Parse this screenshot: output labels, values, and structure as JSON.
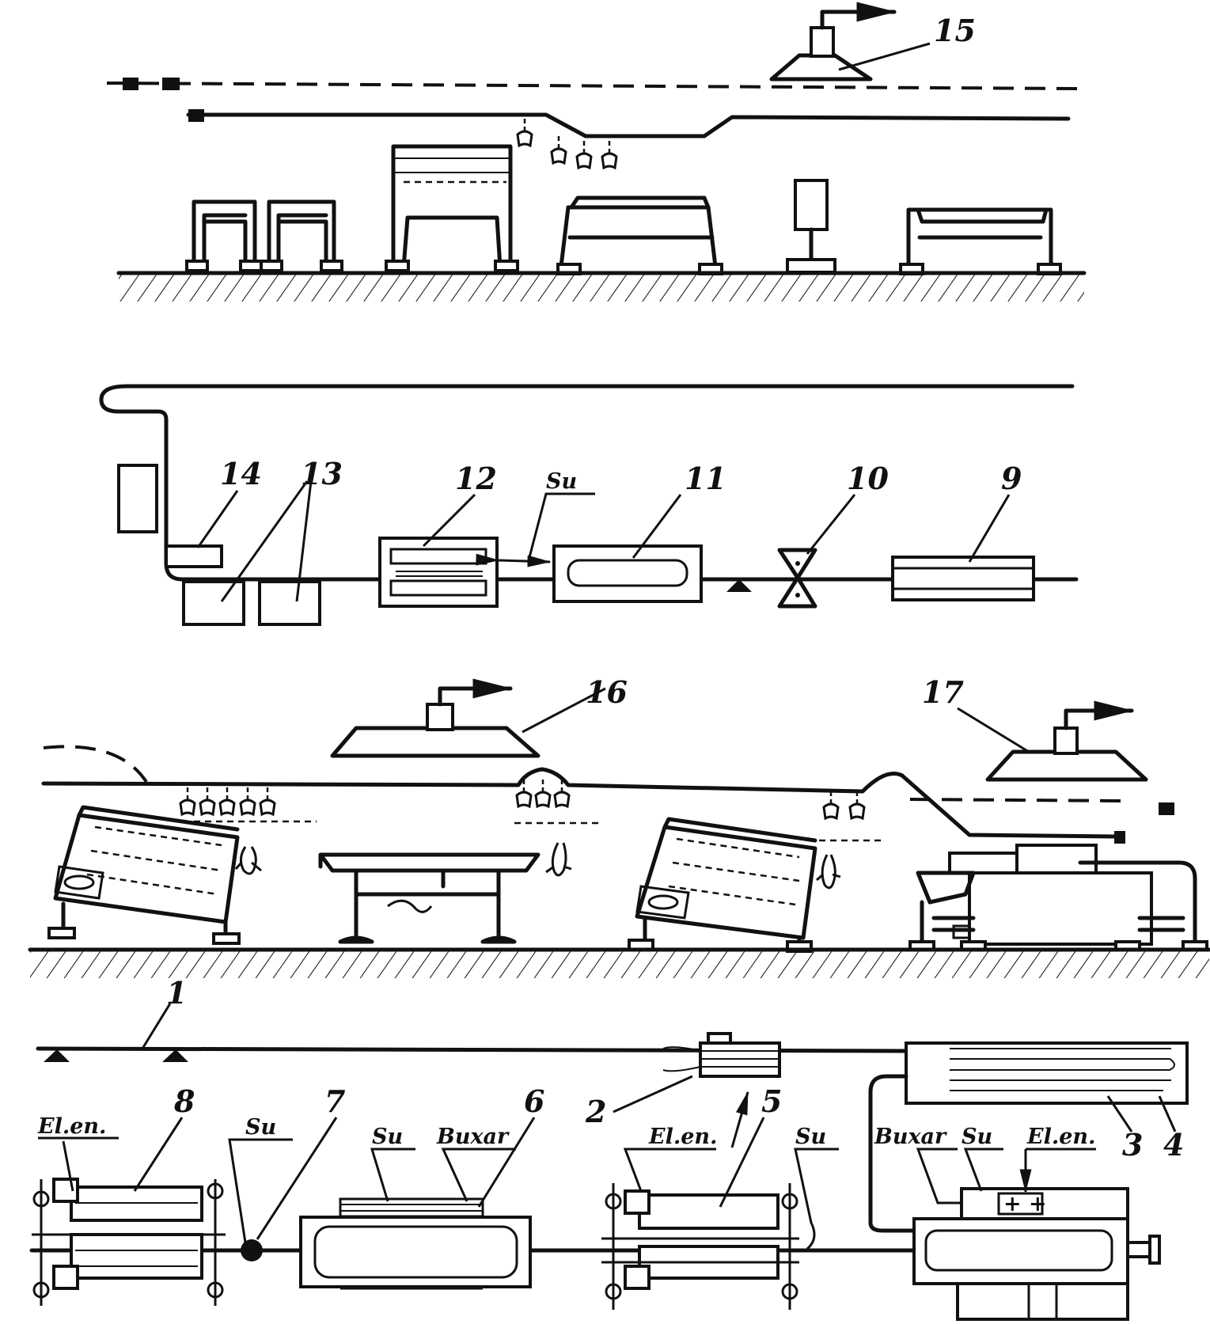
{
  "callouts": {
    "n1": "1",
    "n2": "2",
    "n3": "3",
    "n4": "4",
    "n5": "5",
    "n6": "6",
    "n7": "7",
    "n8": "8",
    "n9": "9",
    "n10": "10",
    "n11": "11",
    "n12": "12",
    "n13": "13",
    "n14": "14",
    "n15": "15",
    "n16": "16",
    "n17": "17"
  },
  "utility_labels": {
    "water": "Su",
    "steam": "Buxar",
    "electricity": "El.en."
  }
}
